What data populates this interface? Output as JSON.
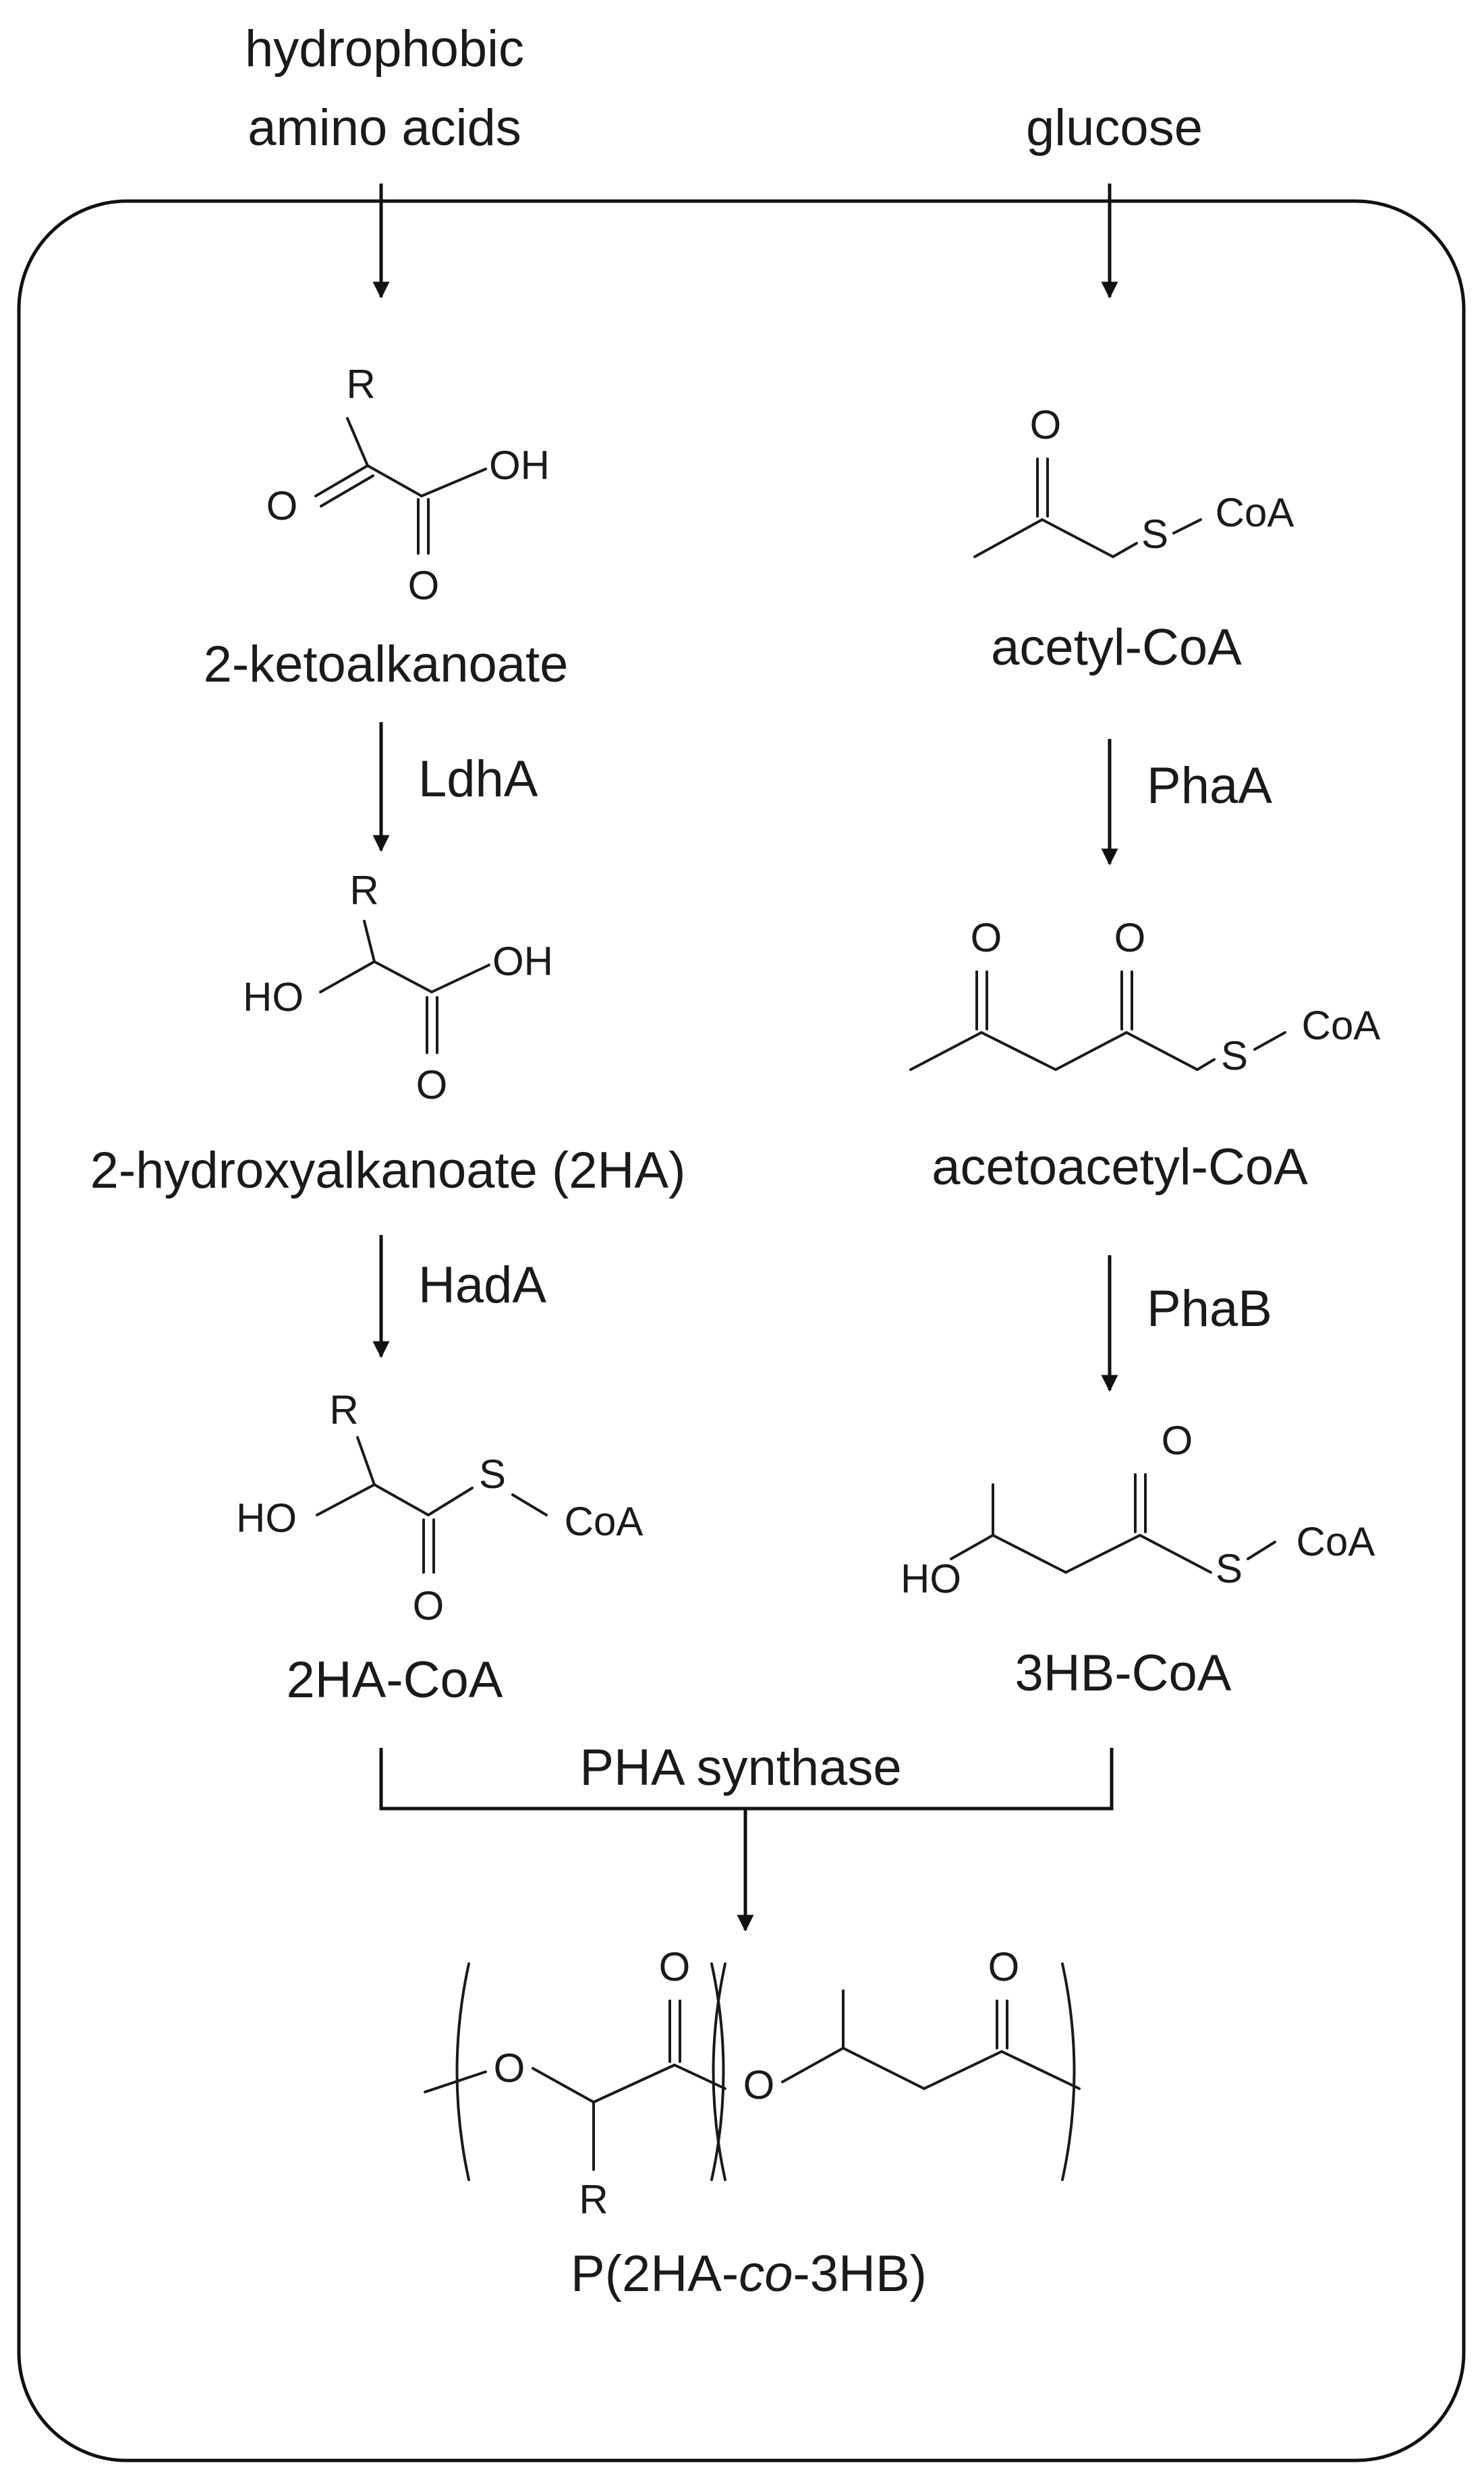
{
  "colors": {
    "ink": "#111111",
    "background": "#ffffff"
  },
  "inputs": {
    "left_line1": "hydrophobic",
    "left_line2": "amino acids",
    "right": "glucose"
  },
  "compounds": {
    "ketoalkanoate": "2-ketoalkanoate",
    "hydroxyalkanoate": "2-hydroxyalkanoate (2HA)",
    "ha_coa": "2HA-CoA",
    "acetyl_coa": "acetyl-CoA",
    "acetoacetyl_coa": "acetoacetyl-CoA",
    "hb_coa": "3HB-CoA"
  },
  "enzymes": {
    "ldha": "LdhA",
    "hada": "HadA",
    "phaa": "PhaA",
    "phab": "PhaB",
    "synthase": "PHA synthase"
  },
  "product": {
    "prefix": "P(2HA-",
    "italic": "co",
    "suffix": "-3HB)"
  },
  "atoms": {
    "R": "R",
    "O": "O",
    "OH": "OH",
    "HO": "HO",
    "S": "S",
    "CoA": "CoA"
  }
}
